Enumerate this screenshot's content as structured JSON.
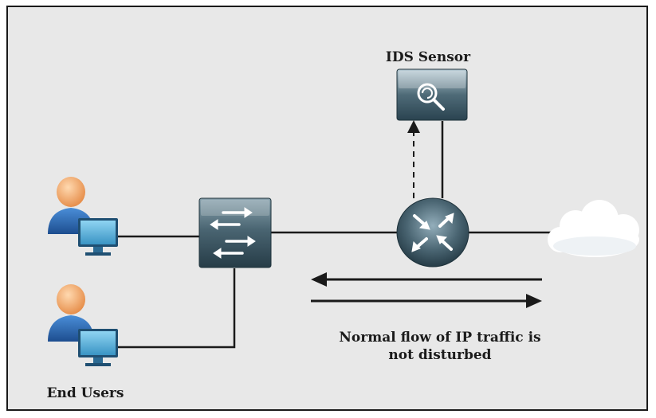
{
  "labels": {
    "ids_sensor": "IDS Sensor",
    "end_users": "End Users",
    "traffic_line1": "Normal flow of IP traffic is",
    "traffic_line2": "not disturbed"
  },
  "colors": {
    "background": "#e8e8e8",
    "frame_border": "#1a1a1a",
    "device_dark": "#2e4652",
    "device_light": "#7d99a6",
    "user_head": "#f0a060",
    "user_body": "#2f6fb8",
    "monitor": "#5fb3dd",
    "line": "#1a1a1a",
    "cloud": "#ffffff"
  },
  "nodes": [
    {
      "name": "user-1",
      "icon": "user-workstation-icon"
    },
    {
      "name": "user-2",
      "icon": "user-workstation-icon"
    },
    {
      "name": "switch",
      "icon": "switch-icon"
    },
    {
      "name": "router",
      "icon": "router-icon"
    },
    {
      "name": "ids-sensor",
      "icon": "ids-sensor-icon"
    },
    {
      "name": "cloud",
      "icon": "cloud-icon"
    }
  ]
}
